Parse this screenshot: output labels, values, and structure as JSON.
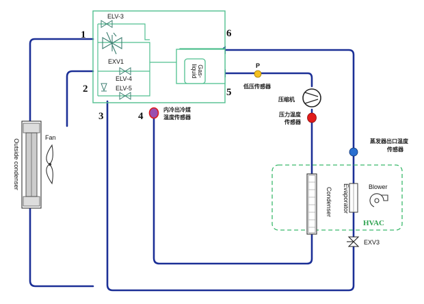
{
  "points": {
    "p1": "1",
    "p2": "2",
    "p3": "3",
    "p4": "4",
    "p5": "5",
    "p6": "6"
  },
  "valves": {
    "elv3": "ELV-3",
    "exv1": "EXV1",
    "elv4": "ELV-4",
    "elv5": "ELV-5",
    "exv3": "EXV3"
  },
  "components": {
    "gas_liquid_line1": "Gas-",
    "gas_liquid_line2": "liquid",
    "outside_condenser": "Outside condenser",
    "fan": "Fan",
    "condenser": "Condenser",
    "evaporator": "Evaporator",
    "blower": "Blower",
    "hvac": "HVAC"
  },
  "sensors": {
    "p_marker": "P",
    "low_pressure": "低压传感器",
    "compressor": "压缩机",
    "pressure_temp_line1": "压力温度",
    "pressure_temp_line2": "传感器",
    "inner_cond_line1": "内冷出冷媒",
    "inner_cond_line2": "温度传感器",
    "evap_outlet_line1": "蒸发器出口温度",
    "evap_outlet_line2": "传感器"
  },
  "colors": {
    "pipe": "#1b2f96",
    "box_border": "#4fbf8f",
    "hvac_border": "#39b86a",
    "hvac_text": "#2ea24f",
    "sensor_low": "#f4c020",
    "sensor_pressure": "#e01b1b",
    "sensor_inner": "#9a4fb0",
    "sensor_evap": "#2a6fd0"
  }
}
